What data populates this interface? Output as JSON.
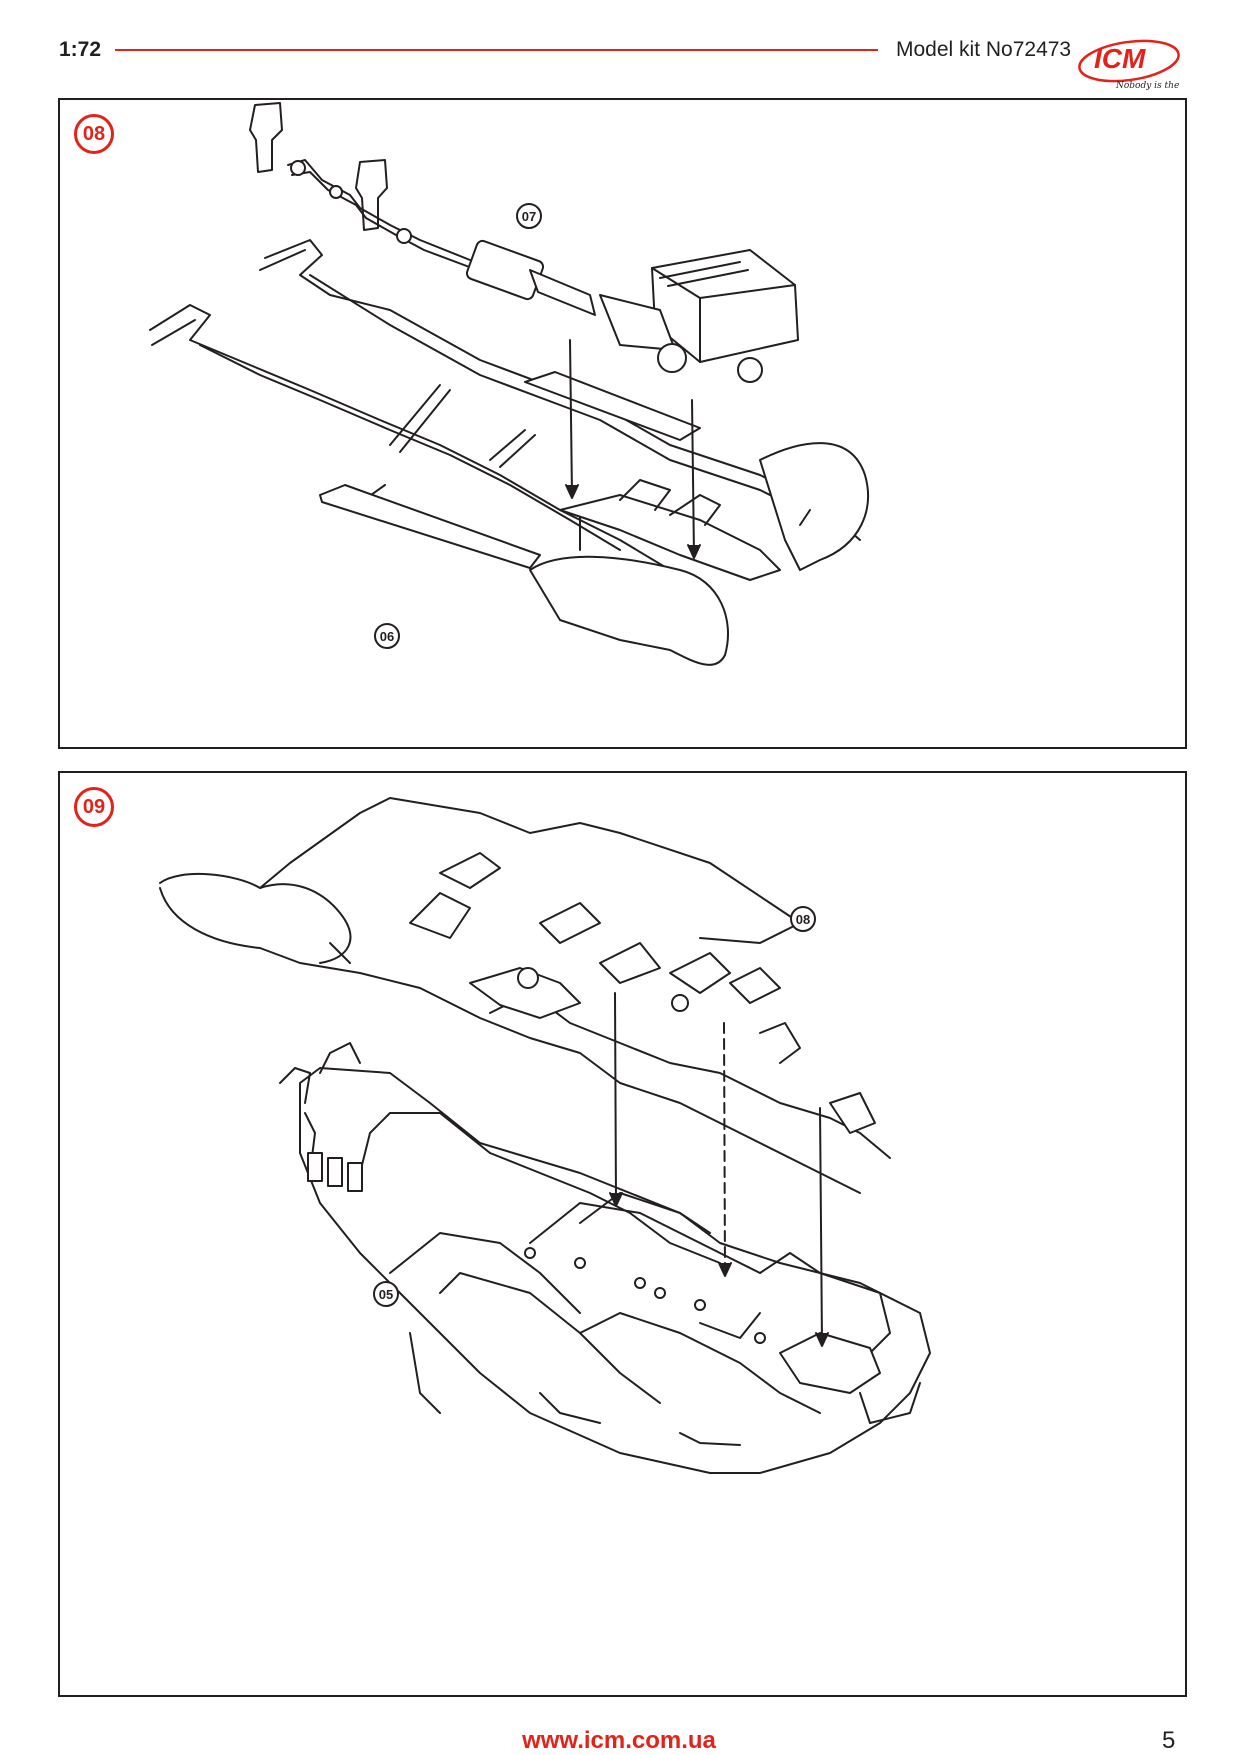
{
  "header": {
    "scale": "1:72",
    "kit": "Model kit No72473",
    "logo_text": "ICM",
    "logo_tagline": "Nobody is the Best"
  },
  "steps": [
    {
      "badge": "08",
      "callouts": [
        "07",
        "06"
      ]
    },
    {
      "badge": "09",
      "callouts": [
        "08",
        "05"
      ]
    }
  ],
  "footer": {
    "url": "www.icm.com.ua",
    "page": "5"
  },
  "colors": {
    "accent": "#e2231a",
    "ink": "#231f20"
  }
}
